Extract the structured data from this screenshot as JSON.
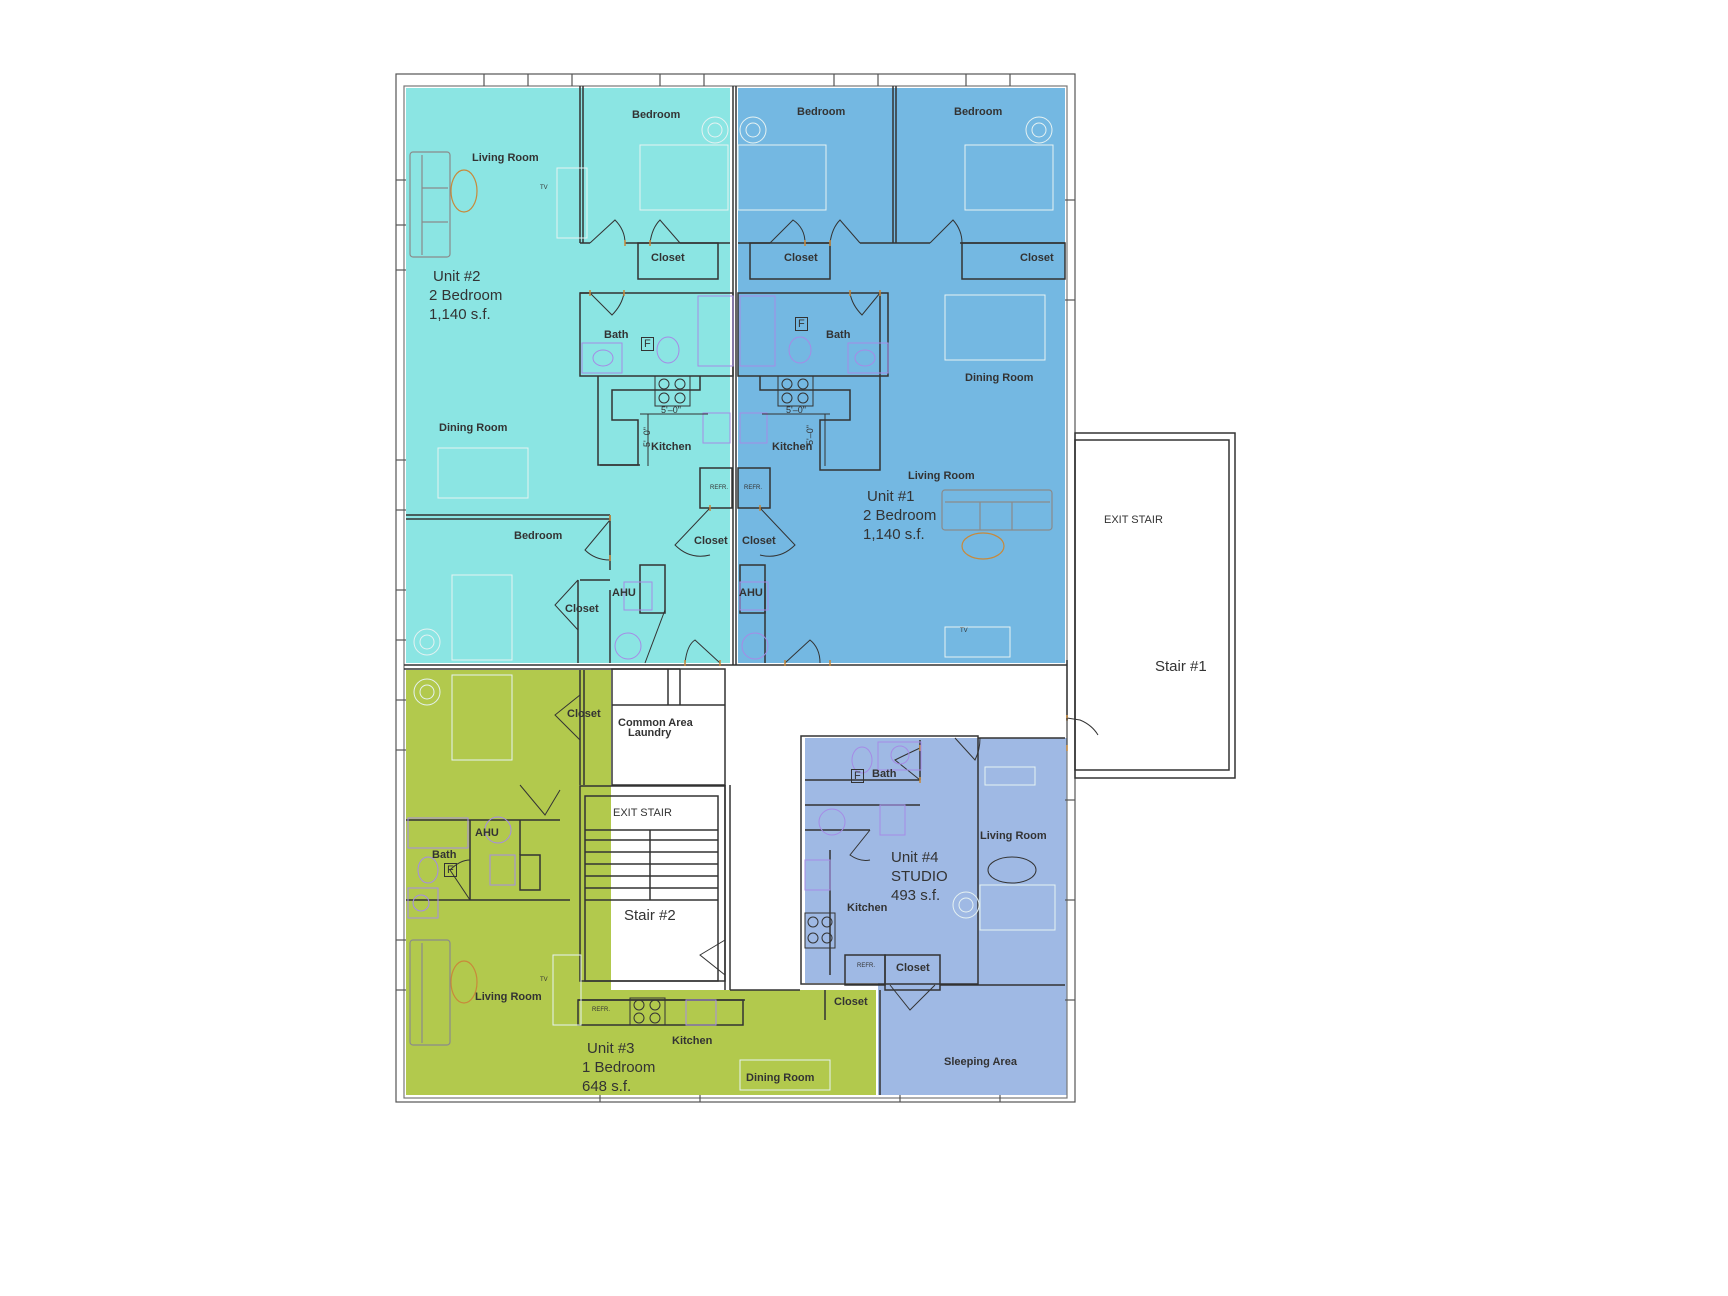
{
  "plan": {
    "colors": {
      "unit1": "#74b8e2",
      "unit2": "#8be5e3",
      "unit3": "#b2c94d",
      "unit4": "#9fb9e4",
      "wall": "#333333",
      "door_hinge": "#c8893a",
      "fixture": "#a58be6",
      "furniture_outline": "#e8f4f4"
    },
    "units": [
      {
        "id": "unit2",
        "name": "Unit #2",
        "type": "2 Bedroom",
        "area": "1,140 s.f.",
        "rooms": [
          "Living Room",
          "Bedroom",
          "Closet",
          "Bath",
          "Kitchen",
          "Dining Room",
          "Bedroom",
          "Closet",
          "Closet",
          "AHU"
        ]
      },
      {
        "id": "unit1",
        "name": "Unit #1",
        "type": "2 Bedroom",
        "area": "1,140 s.f.",
        "rooms": [
          "Bedroom",
          "Bedroom",
          "Closet",
          "Closet",
          "Bath",
          "Kitchen",
          "Dining Room",
          "Living Room",
          "Closet",
          "AHU"
        ]
      },
      {
        "id": "unit3",
        "name": "Unit #3",
        "type": "1 Bedroom",
        "area": "648 s.f.",
        "rooms": [
          "Closet",
          "AHU",
          "Bath",
          "Living Room",
          "Kitchen",
          "Dining Room",
          "Closet"
        ]
      },
      {
        "id": "unit4",
        "name": "Unit #4",
        "type": "STUDIO",
        "area": "493 s.f.",
        "rooms": [
          "Bath",
          "Living Room",
          "Kitchen",
          "Closet",
          "Sleeping Area"
        ]
      }
    ],
    "labels": {
      "u2_living": "Living Room",
      "u2_bedroom_top": "Bedroom",
      "u2_closet_top": "Closet",
      "u2_bath": "Bath",
      "u2_kitchen": "Kitchen",
      "u2_dining": "Dining Room",
      "u2_bedroom_bottom": "Bedroom",
      "u2_closet_mid": "Closet",
      "u2_closet_bottom": "Closet",
      "u2_ahu": "AHU",
      "u1_bedroom_left": "Bedroom",
      "u1_bedroom_right": "Bedroom",
      "u1_closet_left": "Closet",
      "u1_closet_right": "Closet",
      "u1_bath": "Bath",
      "u1_kitchen": "Kitchen",
      "u1_dining": "Dining Room",
      "u1_living": "Living Room",
      "u1_closet_mid": "Closet",
      "u1_ahu": "AHU",
      "u3_closet_top": "Closet",
      "u3_ahu": "AHU",
      "u3_bath": "Bath",
      "u3_living": "Living Room",
      "u3_kitchen": "Kitchen",
      "u3_dining": "Dining Room",
      "u3_closet_right": "Closet",
      "u4_bath": "Bath",
      "u4_living": "Living Room",
      "u4_kitchen": "Kitchen",
      "u4_closet": "Closet",
      "u4_sleeping": "Sleeping Area",
      "common_area": "Common Area",
      "laundry": "Laundry",
      "exit_stair_1": "EXIT STAIR",
      "exit_stair_2": "EXIT STAIR",
      "stair_1": "Stair #1",
      "stair_2": "Stair #2",
      "dim_5ft": "5'–0\"",
      "refr": "REFR.",
      "tv": "TV",
      "floor_drain": "F"
    }
  }
}
